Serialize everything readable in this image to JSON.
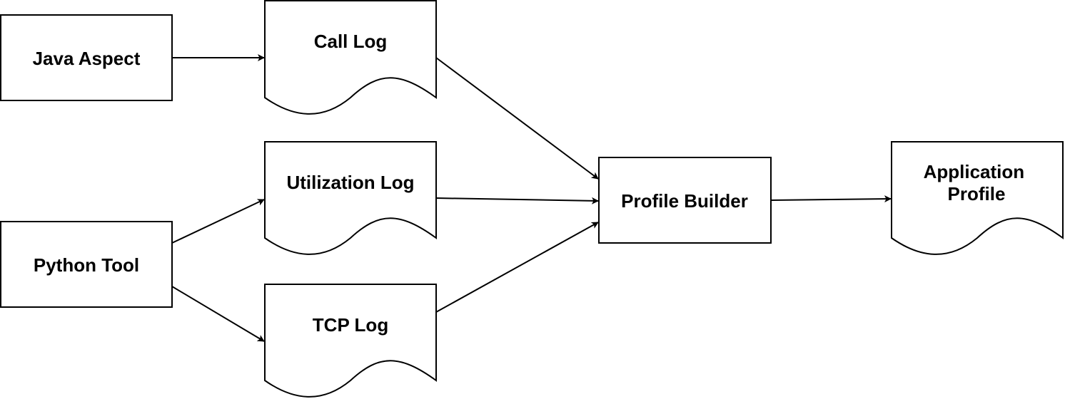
{
  "nodes": {
    "java_aspect": {
      "label": "Java Aspect",
      "kind": "process"
    },
    "python_tool": {
      "label": "Python Tool",
      "kind": "process"
    },
    "call_log": {
      "label": "Call Log",
      "kind": "document"
    },
    "utilization_log": {
      "label": "Utilization Log",
      "kind": "document"
    },
    "tcp_log": {
      "label": "TCP Log",
      "kind": "document"
    },
    "profile_builder": {
      "label": "Profile Builder",
      "kind": "process"
    },
    "application_profile": {
      "label_lines": [
        "Application",
        "Profile"
      ],
      "kind": "document"
    }
  },
  "edges": [
    {
      "from": "java_aspect",
      "to": "call_log"
    },
    {
      "from": "python_tool",
      "to": "utilization_log"
    },
    {
      "from": "python_tool",
      "to": "tcp_log"
    },
    {
      "from": "call_log",
      "to": "profile_builder"
    },
    {
      "from": "utilization_log",
      "to": "profile_builder"
    },
    {
      "from": "tcp_log",
      "to": "profile_builder"
    },
    {
      "from": "profile_builder",
      "to": "application_profile"
    }
  ],
  "colors": {
    "stroke": "#000000",
    "fill": "#ffffff",
    "text": "#000000"
  }
}
